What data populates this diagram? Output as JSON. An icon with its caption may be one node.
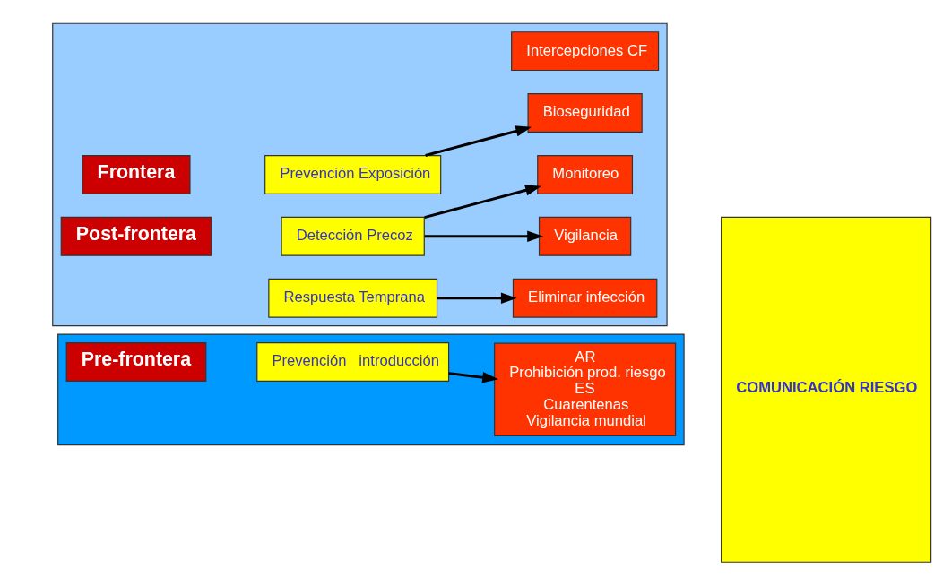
{
  "diagram": {
    "nodes": [
      {
        "text": [],
        "shape": "box"
      },
      {
        "text": [
          "Pre-frontera"
        ],
        "in": 0
      },
      {
        "text": [
          "Prevención   introducción"
        ],
        "in": 0
      },
      {
        "text": [
          "AR",
          "Prohibición prod. riesgo",
          "ES",
          "Cuarentenas",
          "Vigilancia mundial"
        ],
        "in": 0
      },
      {
        "text": [],
        "shape": "box"
      },
      {
        "text": [
          "Frontera"
        ],
        "in": 4
      },
      {
        "text": [
          "Intercepciones CF"
        ],
        "in": 4
      },
      {
        "text": [
          "Prevención Exposición"
        ],
        "in": 4
      },
      {
        "text": [
          "Bioseguridad"
        ],
        "in": 4
      },
      {
        "text": [
          "Post-frontera"
        ],
        "in": 4
      },
      {
        "text": [
          "Detección Precoz"
        ],
        "in": 4
      },
      {
        "text": [
          "Monitoreo"
        ],
        "in": 4
      },
      {
        "text": [
          "Vigilancia"
        ],
        "in": 4
      },
      {
        "text": [
          "Respuesta Temprana"
        ],
        "in": 4
      },
      {
        "text": [
          "Eliminar infección"
        ],
        "in": 4
      },
      {
        "text": [
          "COMUNICACIÓN RIESGO"
        ]
      }
    ],
    "edges": [
      {
        "from": 2,
        "to": 3,
        "arrow": "to"
      },
      {
        "from": 7,
        "to": 8,
        "arrow": "to"
      },
      {
        "from": 10,
        "to": 11,
        "arrow": "to"
      },
      {
        "from": 10,
        "to": 12,
        "arrow": "to"
      },
      {
        "from": 13,
        "to": 14,
        "arrow": "to"
      }
    ]
  }
}
